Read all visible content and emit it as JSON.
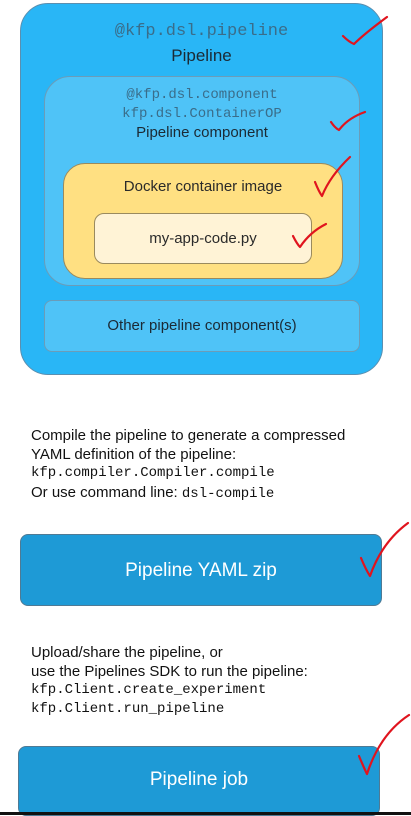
{
  "pipeline": {
    "decorator": "@kfp.dsl.pipeline",
    "title": "Pipeline",
    "component": {
      "decorator": "@kfp.dsl.component",
      "class": "kfp.dsl.ContainerOP",
      "title": "Pipeline component",
      "docker": {
        "title": "Docker container image",
        "code": "my-app-code.py"
      }
    },
    "other_component": "Other pipeline component(s)"
  },
  "compile": {
    "line1": "Compile the pipeline to generate a compressed",
    "line2": "YAML definition of the pipeline:",
    "code": "kfp.compiler.Compiler.compile",
    "cli_prefix": "Or use command line: ",
    "cli_code": "dsl-compile"
  },
  "yaml_zip": "Pipeline YAML zip",
  "upload": {
    "line1": "Upload/share the pipeline, or",
    "line2": "use the Pipelines SDK to run the pipeline:",
    "code1": "kfp.Client.create_experiment",
    "code2": "kfp.Client.run_pipeline"
  },
  "pipeline_job": "Pipeline job",
  "colors": {
    "pipeline_fill": "#29b6f6",
    "component_fill": "#4fc3f7",
    "docker_fill": "#ffe082",
    "code_fill": "#fff3d6",
    "button_fill": "#1e9ad6",
    "checkmark": "#e0141e"
  }
}
